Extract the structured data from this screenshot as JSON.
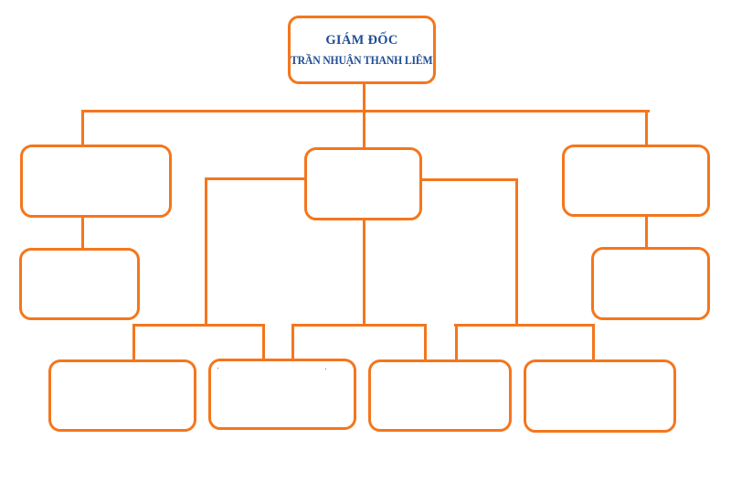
{
  "colors": {
    "accent_orange": "#F4761D",
    "title_blue": "#1F4E96"
  },
  "org_chart": {
    "type": "organizational-chart",
    "root": {
      "title": "GIÁM ĐỐC",
      "name": "TRẦN NHUẬN THANH LIÊM"
    },
    "nodes": {
      "left_top": "",
      "center": "",
      "right_top": "",
      "left_sub": "",
      "right_sub": "",
      "bottom_1": "",
      "bottom_2": "",
      "bottom_3": "",
      "bottom_4": ""
    },
    "stray_marks": [
      ".",
      "."
    ]
  }
}
